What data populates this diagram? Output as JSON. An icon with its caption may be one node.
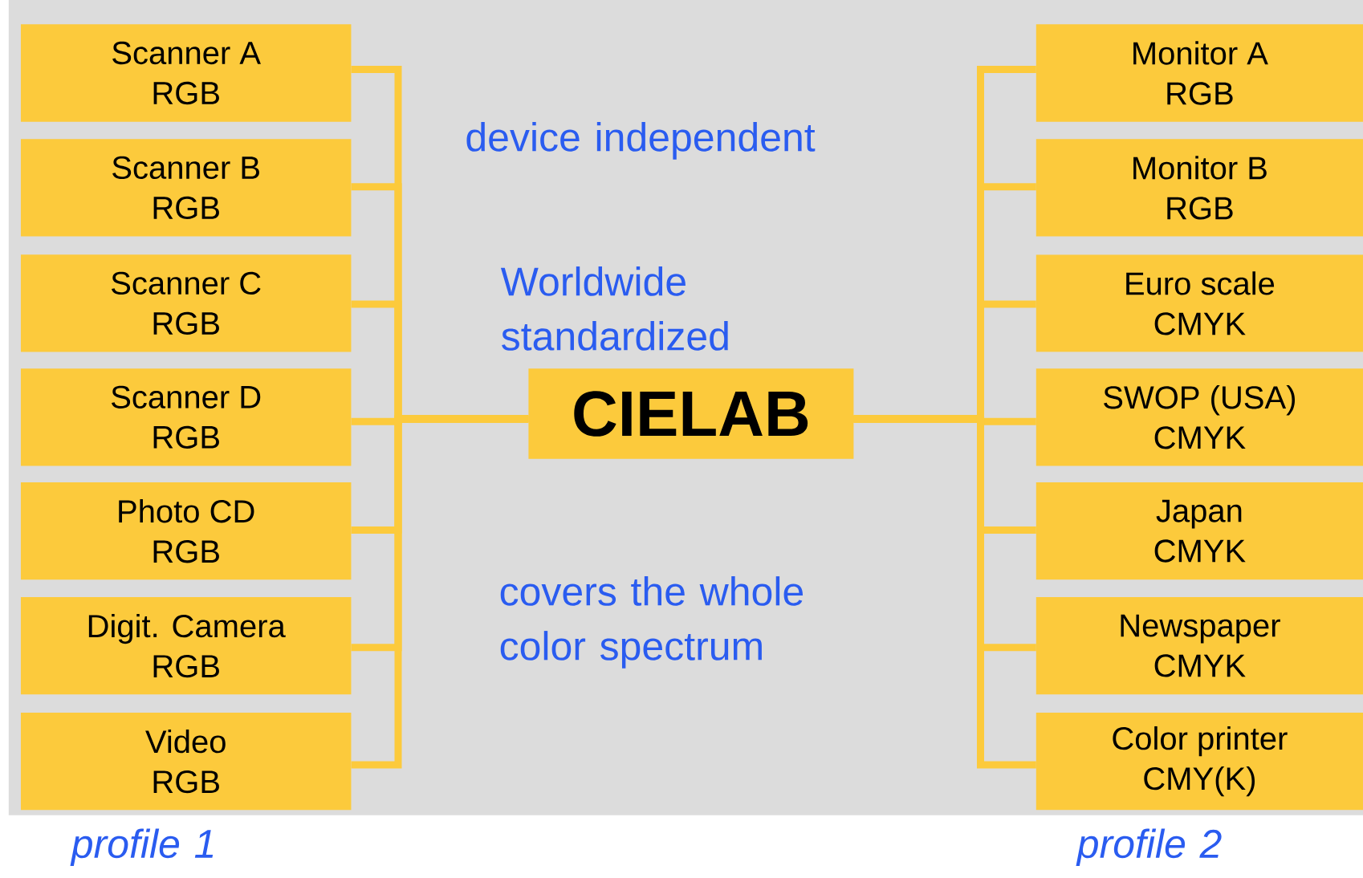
{
  "diagram": {
    "nodes": [
      {
        "text": [
          "Scanner A",
          "RGB"
        ]
      },
      {
        "text": [
          "Scanner B",
          "RGB"
        ]
      },
      {
        "text": [
          "Scanner C",
          "RGB"
        ]
      },
      {
        "text": [
          "Scanner D",
          "RGB"
        ]
      },
      {
        "text": [
          "Photo CD",
          "RGB"
        ]
      },
      {
        "text": [
          "Digit. Camera",
          "RGB"
        ]
      },
      {
        "text": [
          "Video",
          "RGB"
        ]
      },
      {
        "text": [
          "CIELAB"
        ]
      },
      {
        "text": [
          "Monitor A",
          "RGB"
        ]
      },
      {
        "text": [
          "Monitor B",
          "RGB"
        ]
      },
      {
        "text": [
          "Euro scale",
          "CMYK"
        ]
      },
      {
        "text": [
          "SWOP (USA)",
          "CMYK"
        ]
      },
      {
        "text": [
          "Japan",
          "CMYK"
        ]
      },
      {
        "text": [
          "Newspaper",
          "CMYK"
        ]
      },
      {
        "text": [
          "Color printer",
          "CMY(K)"
        ]
      }
    ],
    "edges": [
      {
        "from": 0,
        "to": 7,
        "arrow": "none"
      },
      {
        "from": 1,
        "to": 7,
        "arrow": "none"
      },
      {
        "from": 2,
        "to": 7,
        "arrow": "none"
      },
      {
        "from": 3,
        "to": 7,
        "arrow": "none"
      },
      {
        "from": 4,
        "to": 7,
        "arrow": "none"
      },
      {
        "from": 5,
        "to": 7,
        "arrow": "none"
      },
      {
        "from": 6,
        "to": 7,
        "arrow": "none"
      },
      {
        "from": 7,
        "to": 8,
        "arrow": "none"
      },
      {
        "from": 7,
        "to": 9,
        "arrow": "none"
      },
      {
        "from": 7,
        "to": 10,
        "arrow": "none"
      },
      {
        "from": 7,
        "to": 11,
        "arrow": "none"
      },
      {
        "from": 7,
        "to": 12,
        "arrow": "none"
      },
      {
        "from": 7,
        "to": 13,
        "arrow": "none"
      },
      {
        "from": 7,
        "to": 14,
        "arrow": "none"
      }
    ],
    "labels": [
      "device independent",
      "Worldwide standardized",
      "covers the whole color spectrum",
      "profile 1",
      "profile 2"
    ]
  }
}
